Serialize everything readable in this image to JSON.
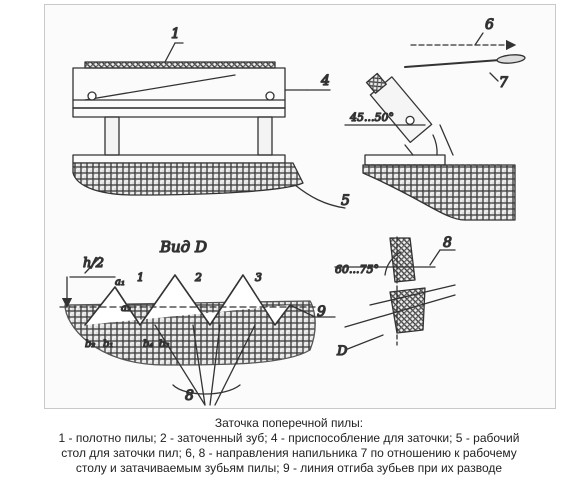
{
  "diagram": {
    "view_title": "Вид D",
    "callouts": {
      "n1": "1",
      "n4": "4",
      "n5": "5",
      "n6": "6",
      "n7": "7",
      "n8": "8",
      "n9": "9",
      "n2_tooth": "2",
      "n1_tooth": "1",
      "n3_tooth": "3",
      "d_label": "D",
      "n8_lower": "8"
    },
    "angle_upper": "45...50°",
    "angle_lower": "60...75°",
    "half_height": "h/2",
    "tooth_marks": {
      "a1": "a₁",
      "a2": "a₂",
      "b1": "b₁",
      "b2": "b₂",
      "b3": "b₃",
      "b4": "b₄"
    }
  },
  "caption": {
    "title": "Заточка поперечной пилы:",
    "line1": "1 - полотно пилы; 2 - заточенный зуб; 4 - приспособление для заточки; 5 - рабочий",
    "line2": "стол для заточки пил; 6, 8 - направления напильника 7 по отношению к рабочему",
    "line3": "столу и затачиваемым зубьям пилы; 9 - линия отгиба зубьев при их разводе"
  },
  "colors": {
    "ink": "#333333",
    "frame": "#c9c9c9",
    "speckle": "#e6e6e6"
  }
}
